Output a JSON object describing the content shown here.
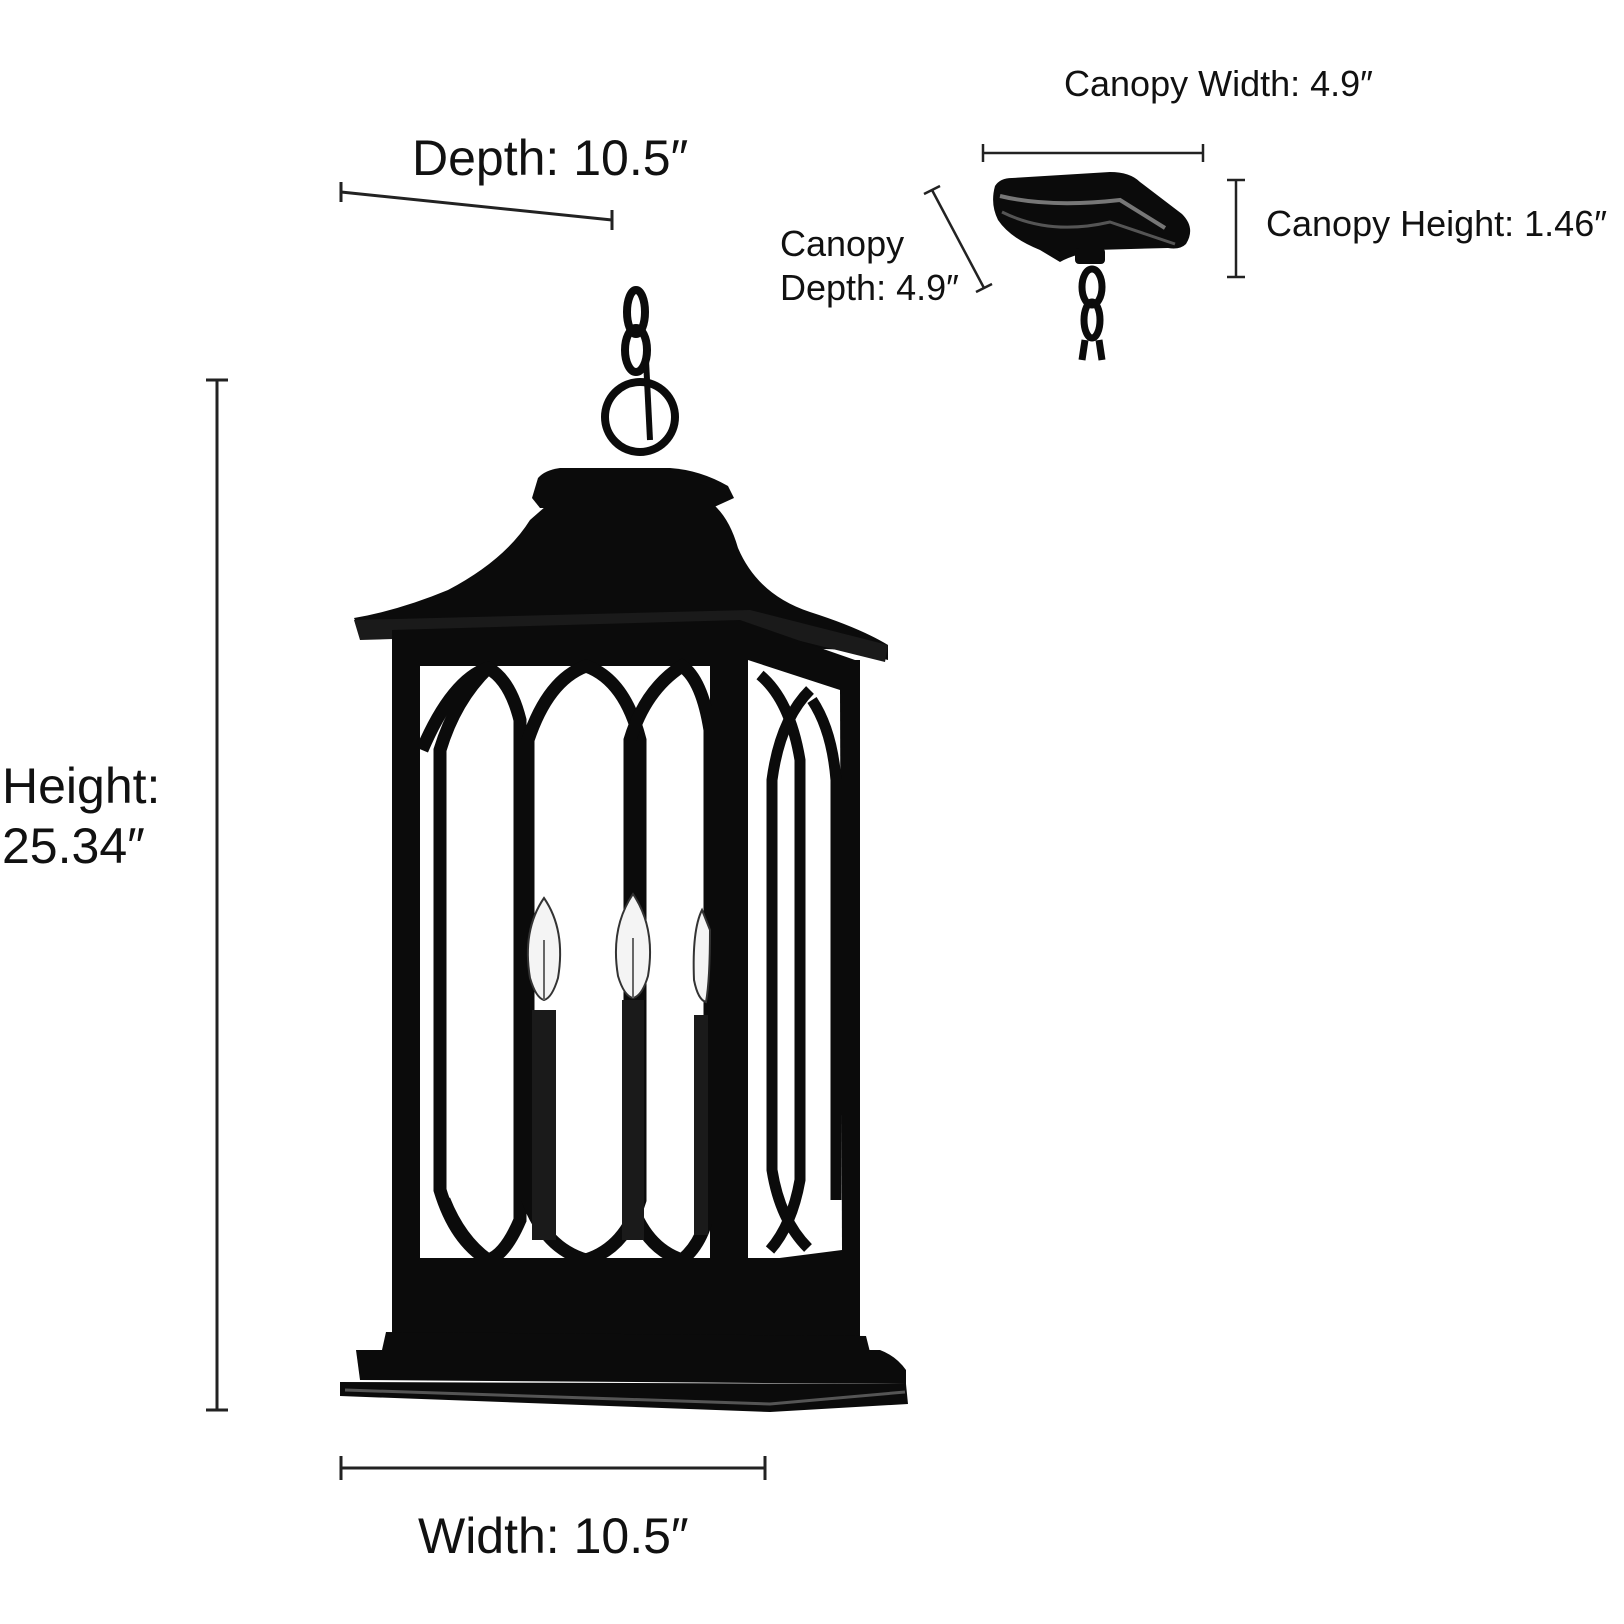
{
  "dimensions": {
    "depth": "Depth: 10.5″",
    "width": "Width: 10.5″",
    "height_line1": "Height:",
    "height_line2": "25.34″",
    "canopy_width": "Canopy Width: 4.9″",
    "canopy_height": "Canopy Height: 1.46″",
    "canopy_depth_line1": "Canopy",
    "canopy_depth_line2": "Depth: 4.9″"
  },
  "colors": {
    "fixture": "#0b0b0b",
    "glass": "#ffffff",
    "line": "#222222"
  }
}
